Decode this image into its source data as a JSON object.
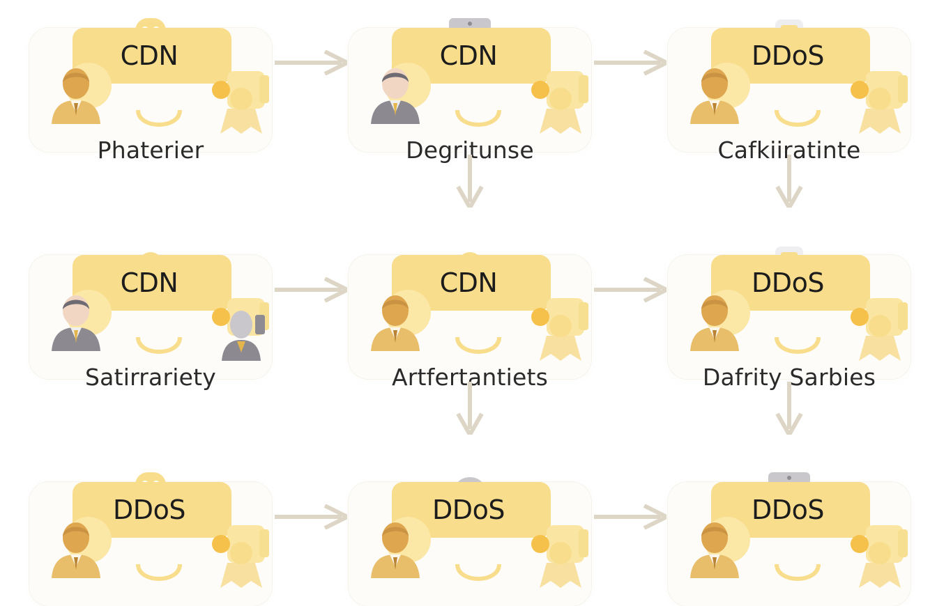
{
  "nodes": [
    {
      "id": "n1",
      "badge": "CDN",
      "label": "Phaterier",
      "person": "gold",
      "top_device": "robot",
      "right_figure": "gold-badge"
    },
    {
      "id": "n2",
      "badge": "CDN",
      "label": "Degritunse",
      "person": "gray",
      "top_device": "router",
      "right_figure": "gold-badge"
    },
    {
      "id": "n3",
      "badge": "DDoS",
      "label": "Cafkiiratinte",
      "person": "gold",
      "top_device": "phone",
      "right_figure": "gold-badge"
    },
    {
      "id": "n4",
      "badge": "CDN",
      "label": "Satirrariety",
      "person": "gray",
      "top_device": "coin",
      "right_figure": "gray-person"
    },
    {
      "id": "n5",
      "badge": "CDN",
      "label": "Artfertantiets",
      "person": "gold",
      "top_device": "coin",
      "right_figure": "gold-badge"
    },
    {
      "id": "n6",
      "badge": "DDoS",
      "label": "Dafrity Sarbies",
      "person": "gold",
      "top_device": "phone",
      "right_figure": "gold-badge"
    },
    {
      "id": "n7",
      "badge": "DDoS",
      "label": "",
      "person": "gold",
      "top_device": "robot",
      "right_figure": "gold-badge"
    },
    {
      "id": "n8",
      "badge": "DDoS",
      "label": "",
      "person": "gold",
      "top_device": "lock",
      "right_figure": "gold-badge"
    },
    {
      "id": "n9",
      "badge": "DDoS",
      "label": "",
      "person": "gold",
      "top_device": "router",
      "right_figure": "gold-badge"
    }
  ],
  "edges": [
    {
      "from": "n1",
      "to": "n2"
    },
    {
      "from": "n2",
      "to": "n3"
    },
    {
      "from": "n2",
      "to": "n5"
    },
    {
      "from": "n3",
      "to": "n6"
    },
    {
      "from": "n4",
      "to": "n5"
    },
    {
      "from": "n5",
      "to": "n6"
    },
    {
      "from": "n5",
      "to": "n8"
    },
    {
      "from": "n6",
      "to": "n9"
    },
    {
      "from": "n7",
      "to": "n8"
    },
    {
      "from": "n8",
      "to": "n9"
    }
  ],
  "colors": {
    "badge": "#f8dd8c",
    "badge_light": "#fbe7a6",
    "accent_gold": "#f6c14a",
    "person_gold": "#e9be6a",
    "person_gray": "#8c8a90",
    "device_gray": "#c9c7cc",
    "arrow": "#ddd6c6",
    "text": "#2a2a2a"
  }
}
